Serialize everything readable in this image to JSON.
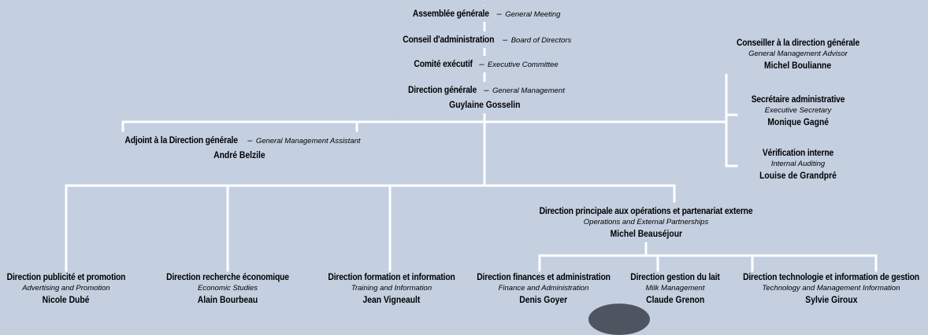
{
  "colors": {
    "background": "#c4cfe0",
    "line": "#ffffff",
    "text": "#000000"
  },
  "units": {
    "assembly": {
      "fr": "Assemblée générale",
      "sep": "–",
      "en": "General Meeting"
    },
    "board": {
      "fr": "Conseil d'administration",
      "sep": "–",
      "en": "Board of Directors"
    },
    "executive": {
      "fr": "Comité exécutif",
      "sep": "–",
      "en": "Executive Committee"
    },
    "general": {
      "fr": "Direction générale",
      "sep": "–",
      "en": "General Management",
      "name": "Guylaine Gosselin"
    },
    "assistant": {
      "fr": "Adjoint à la Direction générale",
      "sep": "–",
      "en": "General Management Assistant",
      "name": "André Belzile"
    },
    "advisor": {
      "fr": "Conseiller à la direction générale",
      "en": "General Management Advisor",
      "name": "Michel Boulianne"
    },
    "secretary": {
      "fr": "Secrétaire administrative",
      "en": "Executive Secretary",
      "name": "Monique Gagné"
    },
    "audit": {
      "fr": "Vérification interne",
      "en": "Internal Auditing",
      "name": "Louise de Grandpré"
    },
    "operations": {
      "fr": "Direction principale aux opérations et partenariat externe",
      "en": "Operations and External Partnerships",
      "name": "Michel Beauséjour"
    },
    "advertising": {
      "fr": "Direction publicité et promotion",
      "en": "Advertising and Promotion",
      "name": "Nicole Dubé"
    },
    "research": {
      "fr": "Direction recherche économique",
      "en": "Economic Studies",
      "name": "Alain Bourbeau"
    },
    "training": {
      "fr": "Direction formation et information",
      "en": "Training and Information",
      "name": "Jean Vigneault"
    },
    "finance": {
      "fr": "Direction finances et administration",
      "en": "Finance and Administration",
      "name": "Denis Goyer"
    },
    "milk": {
      "fr": "Direction gestion du lait",
      "en": "Milk Management",
      "name": "Claude Grenon"
    },
    "technology": {
      "fr": "Direction technologie et information de gestion",
      "en": "Technology and Management Information",
      "name": "Sylvie Giroux"
    }
  }
}
